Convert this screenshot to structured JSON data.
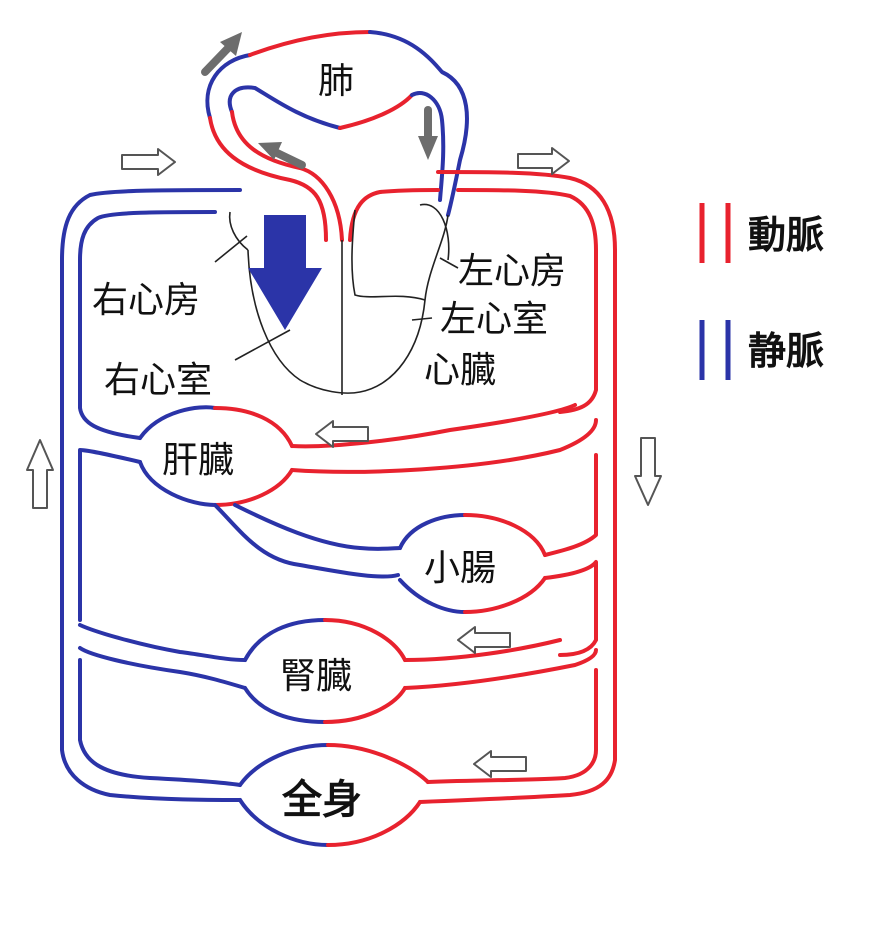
{
  "labels": {
    "lung": "肺",
    "right_atrium": "右心房",
    "right_ventricle": "右心室",
    "left_atrium": "左心房",
    "left_ventricle": "左心室",
    "heart": "心臓",
    "liver": "肝臓",
    "small_intestine": "小腸",
    "kidney": "腎臓",
    "whole_body": "全身"
  },
  "legend": [
    {
      "label": "動脈",
      "color": "#e8222e"
    },
    {
      "label": "静脈",
      "color": "#2b34a8"
    }
  ],
  "colors": {
    "artery": "#e8222e",
    "vein": "#2b34a8",
    "arrow_gray": "#6d6d6d",
    "big_arrow": "#2b34a8"
  },
  "icons": [
    "hollow-arrow-icon",
    "gray-arrow-icon",
    "big-blue-arrow-icon"
  ]
}
